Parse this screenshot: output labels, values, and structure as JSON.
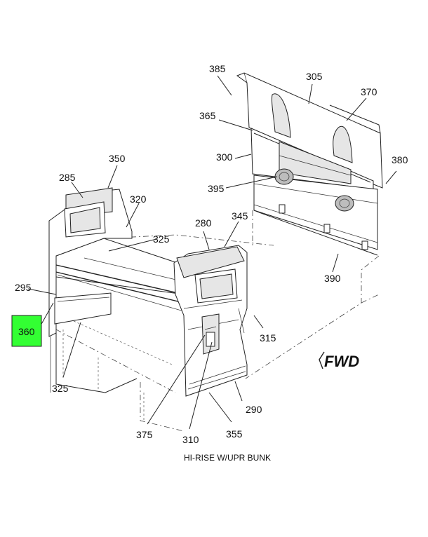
{
  "caption": "HI-RISE W/UPR BUNK",
  "fwd_label": "FWD",
  "highlight_color": "#33ff33",
  "highlighted_callout": "360",
  "callouts": {
    "c385": "385",
    "c305": "305",
    "c370": "370",
    "c365": "365",
    "c300": "300",
    "c380": "380",
    "c395": "395",
    "c390": "390",
    "c350": "350",
    "c285": "285",
    "c320": "320",
    "c325a": "325",
    "c280": "280",
    "c345": "345",
    "c295": "295",
    "c360": "360",
    "c315": "315",
    "c325b": "325",
    "c290": "290",
    "c375": "375",
    "c310": "310",
    "c355": "355"
  }
}
